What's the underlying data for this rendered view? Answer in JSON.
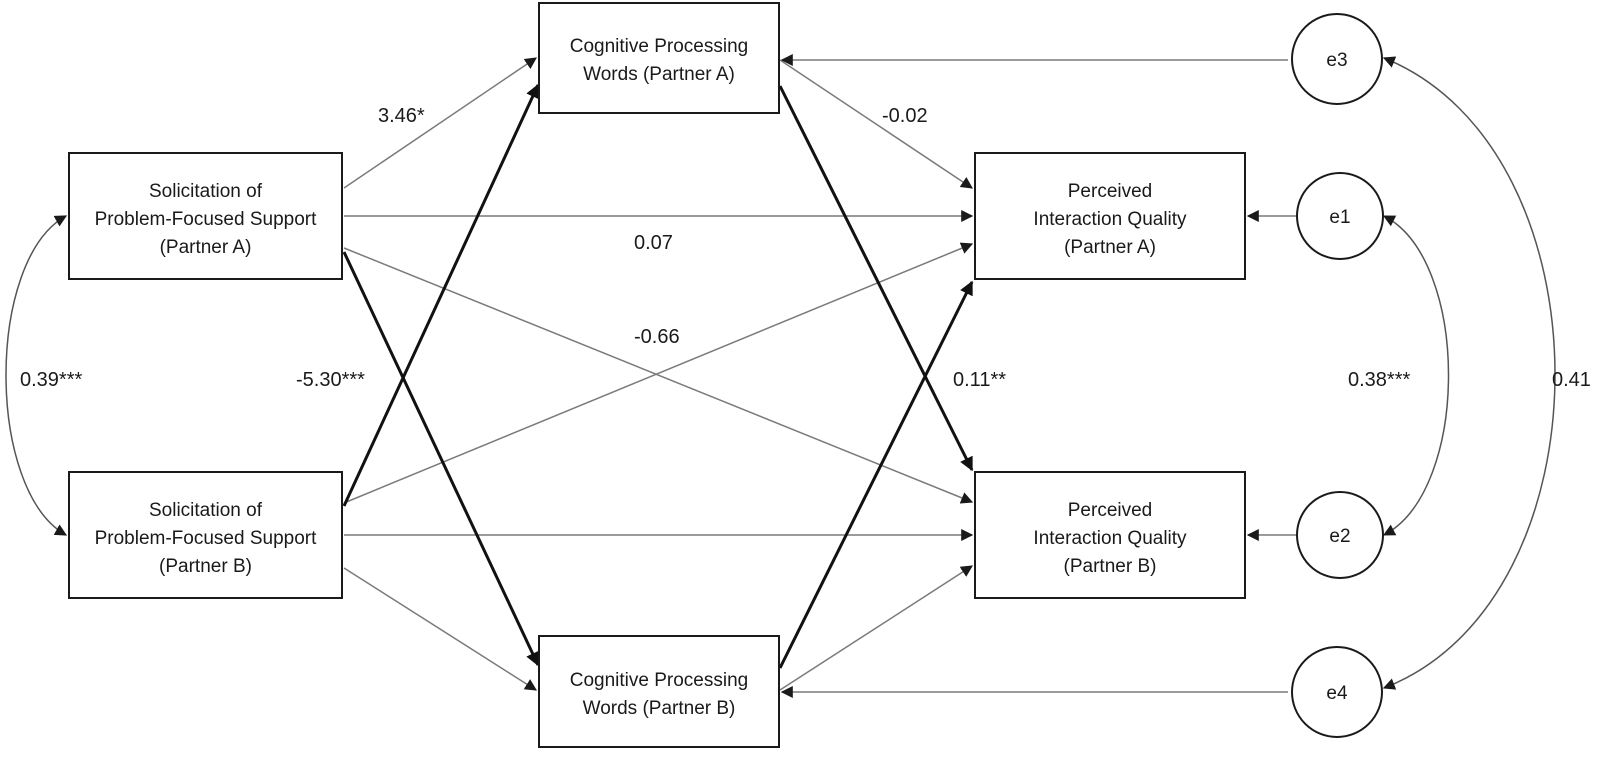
{
  "nodes": {
    "solicit_a": {
      "lines": [
        "Solicitation of",
        "Problem-Focused Support",
        "(Partner A)"
      ]
    },
    "solicit_b": {
      "lines": [
        "Solicitation of",
        "Problem-Focused Support",
        "(Partner B)"
      ]
    },
    "cog_a": {
      "lines": [
        "Cognitive Processing",
        "Words (Partner A)"
      ]
    },
    "cog_b": {
      "lines": [
        "Cognitive Processing",
        "Words (Partner B)"
      ]
    },
    "piq_a": {
      "lines": [
        "Perceived",
        "Interaction Quality",
        "(Partner A)"
      ]
    },
    "piq_b": {
      "lines": [
        "Perceived",
        "Interaction Quality",
        "(Partner B)"
      ]
    },
    "e1": {
      "label": "e1"
    },
    "e2": {
      "label": "e2"
    },
    "e3": {
      "label": "e3"
    },
    "e4": {
      "label": "e4"
    }
  },
  "coefficients": {
    "a_path": "3.46*",
    "cog_to_piq": "-0.02",
    "direct_actor": "0.07",
    "direct_partner": "-0.66",
    "cross_a_path": "-5.30***",
    "cross_b_path": "0.11**",
    "cov_solicit": "0.39***",
    "cov_e1_e2": "0.38***",
    "cov_e3_e4": "0.41"
  }
}
